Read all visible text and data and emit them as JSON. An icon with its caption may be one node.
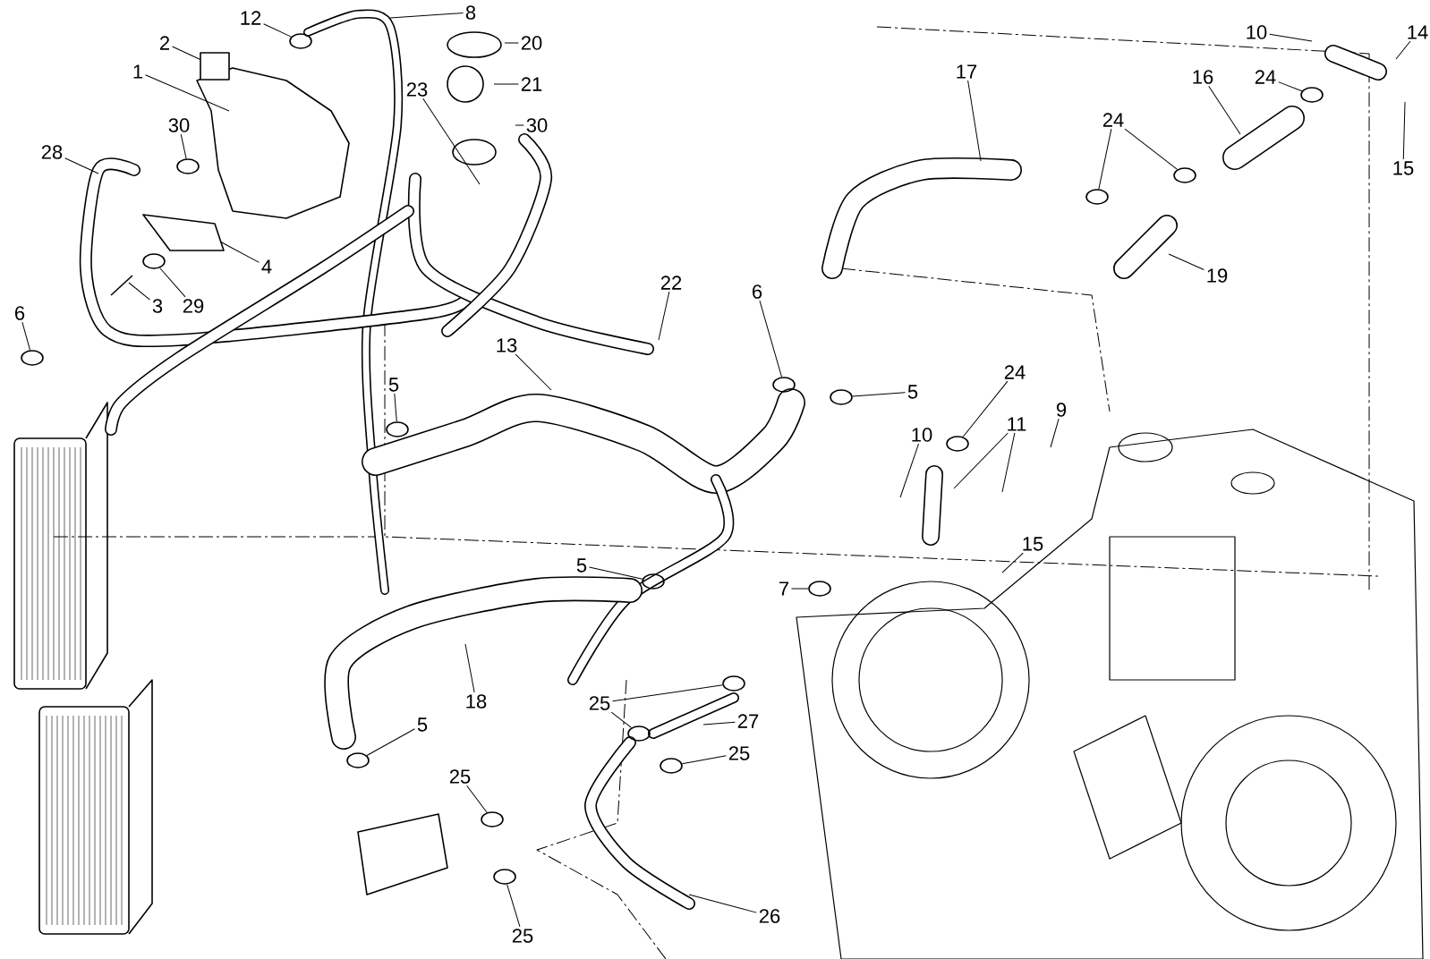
{
  "diagram": {
    "nodes": [
      {
        "text": [
          "1"
        ]
      },
      {
        "text": [
          "2"
        ]
      },
      {
        "text": [
          "12"
        ]
      },
      {
        "text": [
          "8"
        ]
      },
      {
        "text": [
          "20"
        ]
      },
      {
        "text": [
          "21"
        ]
      },
      {
        "text": [
          "23"
        ]
      },
      {
        "text": [
          "30"
        ]
      },
      {
        "text": [
          "28"
        ]
      },
      {
        "text": [
          "30"
        ]
      },
      {
        "text": [
          "4"
        ]
      },
      {
        "text": [
          "3"
        ]
      },
      {
        "text": [
          "29"
        ]
      },
      {
        "text": [
          "6"
        ]
      },
      {
        "text": [
          "22"
        ]
      },
      {
        "text": [
          "13"
        ]
      },
      {
        "text": [
          "5"
        ]
      },
      {
        "text": [
          "6"
        ]
      },
      {
        "text": [
          "5"
        ]
      },
      {
        "text": [
          "17"
        ]
      },
      {
        "text": [
          "16"
        ]
      },
      {
        "text": [
          "10"
        ]
      },
      {
        "text": [
          "14"
        ]
      },
      {
        "text": [
          "15"
        ]
      },
      {
        "text": [
          "24"
        ]
      },
      {
        "text": [
          "24"
        ]
      },
      {
        "text": [
          "19"
        ]
      },
      {
        "text": [
          "24"
        ]
      },
      {
        "text": [
          "9"
        ]
      },
      {
        "text": [
          "11"
        ]
      },
      {
        "text": [
          "10"
        ]
      },
      {
        "text": [
          "15"
        ]
      },
      {
        "text": [
          "7"
        ]
      },
      {
        "text": [
          "5"
        ]
      },
      {
        "text": [
          "18"
        ]
      },
      {
        "text": [
          "5"
        ]
      },
      {
        "text": [
          "25"
        ]
      },
      {
        "text": [
          "27"
        ]
      },
      {
        "text": [
          "25"
        ]
      },
      {
        "text": [
          "25"
        ]
      },
      {
        "text": [
          "25"
        ]
      },
      {
        "text": [
          "26"
        ]
      },
      {
        "text": [],
        "shape": "circle"
      },
      {
        "text": [],
        "shape": "circle"
      },
      {
        "text": [],
        "shape": "box"
      },
      {
        "text": [],
        "shape": "circle"
      },
      {
        "text": [],
        "shape": "circle"
      },
      {
        "text": [],
        "shape": "circle"
      },
      {
        "text": [],
        "shape": "circle"
      },
      {
        "text": [],
        "shape": "circle"
      },
      {
        "text": [],
        "shape": "circle"
      },
      {
        "text": [],
        "shape": "circle"
      },
      {
        "text": [],
        "shape": "circle"
      },
      {
        "text": [],
        "shape": "circle"
      },
      {
        "text": [],
        "shape": "circle"
      },
      {
        "text": [],
        "shape": "circle"
      },
      {
        "text": [],
        "shape": "circle"
      },
      {
        "text": [],
        "shape": "circle"
      },
      {
        "text": [],
        "shape": "circle"
      },
      {
        "text": [],
        "shape": "circle"
      },
      {
        "text": [],
        "shape": "circle"
      },
      {
        "text": [],
        "shape": "circle"
      }
    ],
    "edges": [
      {
        "from": 0,
        "to": null,
        "arrow": "none"
      },
      {
        "from": 1,
        "to": 44,
        "arrow": "none"
      },
      {
        "from": 2,
        "to": 45,
        "arrow": "none"
      },
      {
        "from": 3,
        "to": null,
        "arrow": "none"
      },
      {
        "from": 4,
        "to": null,
        "arrow": "none"
      },
      {
        "from": 5,
        "to": null,
        "arrow": "none"
      },
      {
        "from": 6,
        "to": null,
        "arrow": "none"
      },
      {
        "from": 7,
        "to": null,
        "arrow": "none"
      },
      {
        "from": 8,
        "to": null,
        "arrow": "none"
      },
      {
        "from": 9,
        "to": 43,
        "arrow": "none"
      },
      {
        "from": 10,
        "to": null,
        "arrow": "none"
      },
      {
        "from": 11,
        "to": null,
        "arrow": "none"
      },
      {
        "from": 12,
        "to": 61,
        "arrow": "none"
      },
      {
        "from": 13,
        "to": 42,
        "arrow": "none"
      },
      {
        "from": 14,
        "to": null,
        "arrow": "none"
      },
      {
        "from": 15,
        "to": null,
        "arrow": "none"
      },
      {
        "from": 16,
        "to": 47,
        "arrow": "none"
      },
      {
        "from": 17,
        "to": 54,
        "arrow": "none"
      },
      {
        "from": 18,
        "to": 56,
        "arrow": "none"
      },
      {
        "from": 19,
        "to": null,
        "arrow": "none"
      },
      {
        "from": 20,
        "to": null,
        "arrow": "none"
      },
      {
        "from": 21,
        "to": null,
        "arrow": "none"
      },
      {
        "from": 22,
        "to": null,
        "arrow": "none"
      },
      {
        "from": 23,
        "to": null,
        "arrow": "none"
      },
      {
        "from": 24,
        "to": 60,
        "arrow": "none"
      },
      {
        "from": 25,
        "to": 58,
        "arrow": "none"
      },
      {
        "from": 25,
        "to": 59,
        "arrow": "none"
      },
      {
        "from": 26,
        "to": null,
        "arrow": "none"
      },
      {
        "from": 27,
        "to": 57,
        "arrow": "none"
      },
      {
        "from": 28,
        "to": null,
        "arrow": "none"
      },
      {
        "from": 29,
        "to": null,
        "arrow": "none"
      },
      {
        "from": 29,
        "to": null,
        "arrow": "none"
      },
      {
        "from": 30,
        "to": null,
        "arrow": "none"
      },
      {
        "from": 31,
        "to": null,
        "arrow": "none"
      },
      {
        "from": 32,
        "to": 55,
        "arrow": "none"
      },
      {
        "from": 33,
        "to": 51,
        "arrow": "none"
      },
      {
        "from": 34,
        "to": null,
        "arrow": "none"
      },
      {
        "from": 35,
        "to": 46,
        "arrow": "none"
      },
      {
        "from": 36,
        "to": 50,
        "arrow": "none"
      },
      {
        "from": 36,
        "to": 53,
        "arrow": "none"
      },
      {
        "from": 37,
        "to": null,
        "arrow": "none"
      },
      {
        "from": 38,
        "to": 52,
        "arrow": "none"
      },
      {
        "from": 39,
        "to": 48,
        "arrow": "none"
      },
      {
        "from": 40,
        "to": 49,
        "arrow": "none"
      },
      {
        "from": 41,
        "to": null,
        "arrow": "none"
      }
    ]
  }
}
